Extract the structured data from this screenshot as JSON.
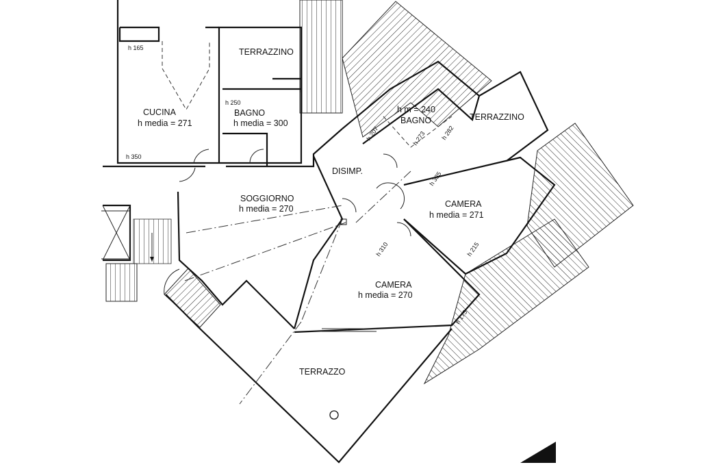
{
  "plan": {
    "rooms": {
      "terrazzino_left": "TERRAZZINO",
      "cucina": "CUCINA",
      "cucina_h": "h media = 271",
      "bagno_left": "BAGNO",
      "bagno_left_h": "h media = 300",
      "soggiorno": "SOGGIORNO",
      "soggiorno_h": "h media = 270",
      "disimp": "DISIMP.",
      "bagno_right_hm": "h m = 240",
      "bagno_right": "BAGNO",
      "terrazzino_right": "TERRAZZINO",
      "camera_right": "CAMERA",
      "camera_right_h": "h media = 271",
      "camera_bottom": "CAMERA",
      "camera_bottom_h": "h media = 270",
      "terrazzo": "TERRAZZO"
    },
    "heights": {
      "h165": "h 165",
      "h250": "h 250",
      "h350": "h 350",
      "h207": "h 207",
      "h273": "h 273",
      "h282": "h 282",
      "h335": "h 335",
      "h215": "h 215",
      "h310": "h 310",
      "h175": "h 175"
    }
  }
}
